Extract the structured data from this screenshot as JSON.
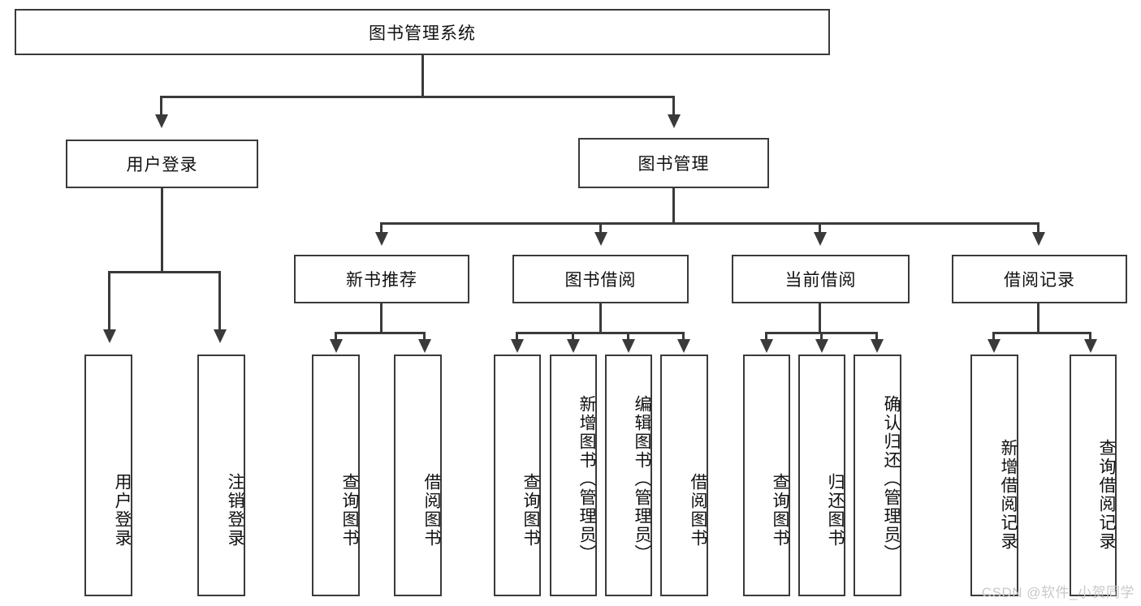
{
  "diagram": {
    "title": "图书管理系统",
    "type": "hierarchy-tree",
    "root": {
      "label": "图书管理系统"
    },
    "level2": [
      {
        "label": "用户登录"
      },
      {
        "label": "图书管理"
      }
    ],
    "level3": [
      {
        "label": "新书推荐"
      },
      {
        "label": "图书借阅"
      },
      {
        "label": "当前借阅"
      },
      {
        "label": "借阅记录"
      }
    ],
    "leaves": {
      "user_login": [
        {
          "label": "用户登录"
        },
        {
          "label": "注销登录"
        }
      ],
      "new_book_recommend": [
        {
          "label": "查询图书"
        },
        {
          "label": "借阅图书"
        }
      ],
      "book_borrow": [
        {
          "label": "查询图书"
        },
        {
          "label": "新增图书（管理员）"
        },
        {
          "label": "编辑图书（管理员）"
        },
        {
          "label": "借阅图书"
        }
      ],
      "current_borrow": [
        {
          "label": "查询图书"
        },
        {
          "label": "归还图书"
        },
        {
          "label": "确认归还（管理员）"
        }
      ],
      "borrow_record": [
        {
          "label": "新增借阅记录"
        },
        {
          "label": "查询借阅记录"
        }
      ]
    }
  },
  "watermark": {
    "text": "CSDN @软件_小贺同学"
  },
  "colors": {
    "stroke": "#3a3a3a",
    "fill": "#ffffff",
    "text": "#111111",
    "watermark": "#c9c9c9"
  }
}
